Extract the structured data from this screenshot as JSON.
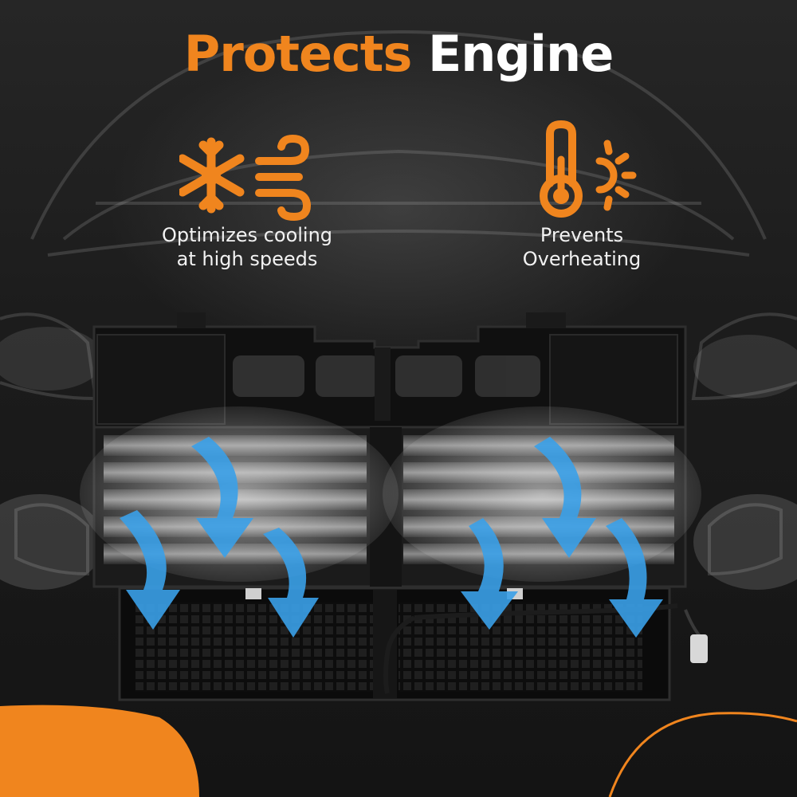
{
  "headline": {
    "word1": "Protects",
    "word2": "Engine"
  },
  "features": [
    {
      "icon": "snowflake-wind-icon",
      "label_line1": "Optimizes cooling",
      "label_line2": "at high speeds"
    },
    {
      "icon": "thermometer-sun-icon",
      "label_line1": "Prevents",
      "label_line2": "Overheating"
    }
  ],
  "colors": {
    "accent": "#f0851e",
    "arrow": "#3aa0e8",
    "background": "#1a1a1a",
    "text": "#ffffff"
  }
}
